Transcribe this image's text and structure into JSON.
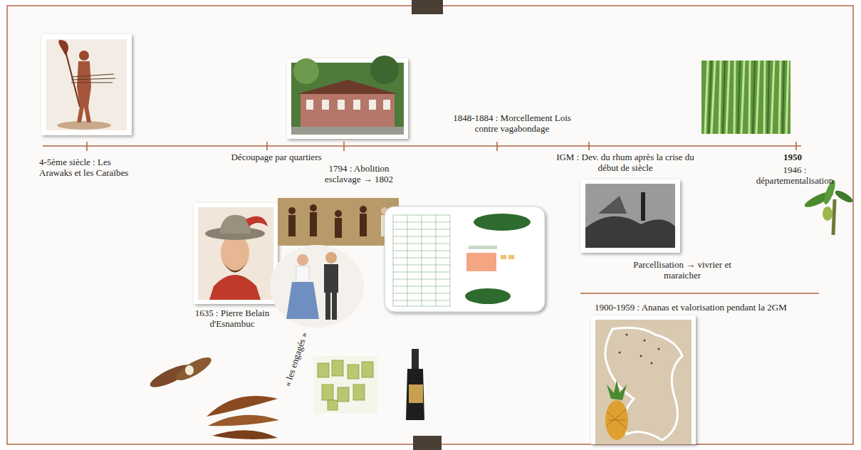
{
  "diagram": {
    "labels": [
      "4-5ème siècle : Les Arawaks et les Caraïbes",
      "Découpage par quartiers",
      "1794 : Abolition esclavage → 1802",
      "1848-1884 : Morcellement Lois contre vagabondage",
      "IGM : Dev. du rhum après la crise du début de siècle",
      "1950",
      "1946 : départementalisation",
      "1635 : Pierre Belain d'Esnambuc",
      "« les engagés »",
      "Parcellisation → vivrier et maraicher",
      "1900-1959 : Ananas et valorisation pendant la 2GM"
    ]
  }
}
